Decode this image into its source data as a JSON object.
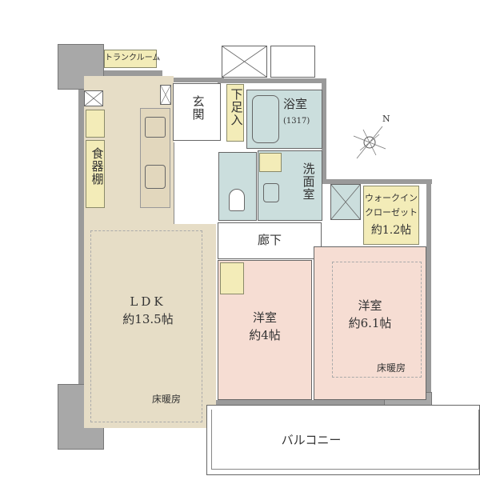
{
  "rooms": {
    "trunk_room": "トランクルーム",
    "entrance": "玄関",
    "shoe_storage": "下足入",
    "bathroom": "浴室",
    "bathroom_size": "(1317)",
    "washroom": "洗面室",
    "dish_cabinet": "食器棚",
    "walk_in_closet_line1": "ウォークイン",
    "walk_in_closet_line2": "クローゼット",
    "walk_in_closet_size": "約1.2帖",
    "hallway": "廊下",
    "ldk_name": "LDK",
    "ldk_size": "約13.5帖",
    "ldk_floor_heating": "床暖房",
    "western1_name": "洋室",
    "western1_size": "約4帖",
    "western2_name": "洋室",
    "western2_size": "約6.1帖",
    "western2_floor_heating": "床暖房",
    "balcony": "バルコニー"
  },
  "compass": {
    "north_label": "N"
  }
}
